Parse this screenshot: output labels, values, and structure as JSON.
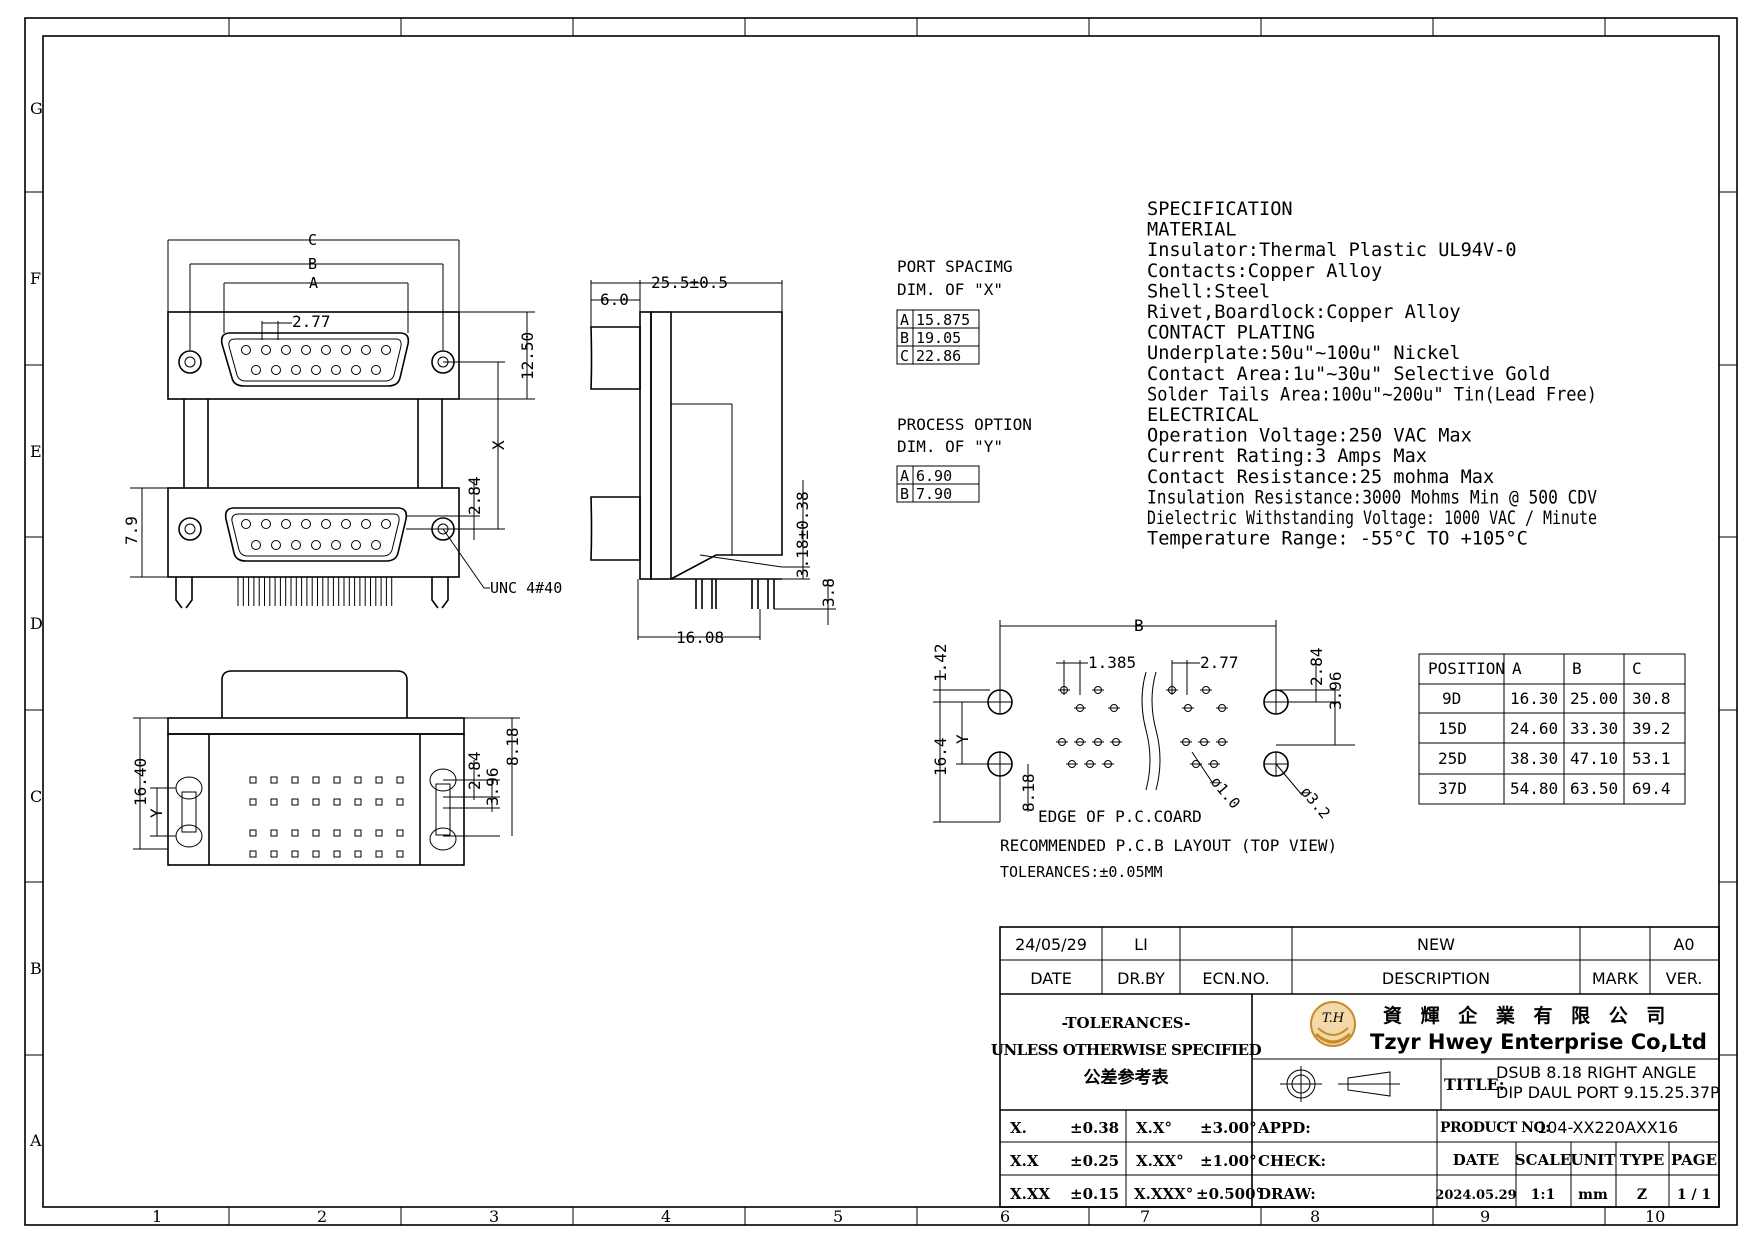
{
  "frame": {
    "rows": [
      "G",
      "F",
      "E",
      "D",
      "C",
      "B",
      "A"
    ],
    "cols": [
      "1",
      "2",
      "3",
      "4",
      "5",
      "6",
      "7",
      "8",
      "9",
      "10"
    ]
  },
  "front_view": {
    "dims": {
      "c": "C",
      "b": "B",
      "a": "A",
      "pitch": "2.77",
      "h1": "12.50",
      "x": "X",
      "h2": "2.84",
      "w": "7.9",
      "unc": "UNC 4#40"
    }
  },
  "side_view": {
    "dims": {
      "d1": "6.0",
      "d2": "25.5±0.5",
      "d3": "3.18±0.38",
      "d4": "3.8",
      "d5": "16.08"
    }
  },
  "bottom_view": {
    "dims": {
      "h": "16.40",
      "y": "Y",
      "d1": "2.84",
      "d2": "3.96",
      "d3": "8.18"
    }
  },
  "port_spacing": {
    "title1": "PORT SPACIMG",
    "title2": "DIM. OF \"X\"",
    "rows": [
      {
        "key": "A",
        "value": "15.875"
      },
      {
        "key": "B",
        "value": "19.05"
      },
      {
        "key": "C",
        "value": "22.86"
      }
    ]
  },
  "process_option": {
    "title1": "PROCESS OPTION",
    "title2": "DIM. OF \"Y\"",
    "rows": [
      {
        "key": "A",
        "value": "6.90"
      },
      {
        "key": "B",
        "value": "7.90"
      }
    ]
  },
  "specification": [
    "SPECIFICATION",
    "MATERIAL",
    "Insulator:Thermal Plastic UL94V-0",
    "Contacts:Copper Alloy",
    "Shell:Steel",
    "Rivet,Boardlock:Copper Alloy",
    "CONTACT PLATING",
    "Underplate:50u\"~100u\" Nickel",
    "Contact Area:1u\"~30u\" Selective Gold",
    "Solder Tails Area:100u\"~200u\" Tin(Lead Free)",
    "ELECTRICAL",
    "Operation Voltage:250 VAC Max",
    "Current Rating:3 Amps Max",
    "Contact Resistance:25 mohma Max",
    "Insulation Resistance:3000 Mohms Min @ 500 CDV",
    "Dielectric Withstanding Voltage: 1000 VAC / Minute",
    "Temperature Range: -55°C TO +105°C"
  ],
  "pcb_layout": {
    "dims": {
      "b": "B",
      "p1": "1.385",
      "p2": "2.77",
      "h1": "1.42",
      "h2": "2.84",
      "h3": "3.96",
      "h4": "16.4",
      "y": "Y",
      "h5": "8.18",
      "d1": "ø1.0",
      "d2": "ø3.2"
    },
    "edge": "EDGE OF P.C.COARD",
    "caption": "RECOMMENDED P.C.B LAYOUT (TOP VIEW)",
    "tolerance": "TOLERANCES:±0.05MM"
  },
  "position_table": {
    "headers": [
      "POSITION",
      "A",
      "B",
      "C"
    ],
    "rows": [
      [
        "9D",
        "16.30",
        "25.00",
        "30.8"
      ],
      [
        "15D",
        "24.60",
        "33.30",
        "39.2"
      ],
      [
        "25D",
        "38.30",
        "47.10",
        "53.1"
      ],
      [
        "37D",
        "54.80",
        "63.50",
        "69.4"
      ]
    ]
  },
  "title_block": {
    "rev": {
      "date": "24/05/29",
      "drby": "LI",
      "ecn": "",
      "desc": "NEW",
      "mark": "",
      "ver": "A0"
    },
    "rev_headers": {
      "date": "DATE",
      "drby": "DR.BY",
      "ecn": "ECN.NO.",
      "desc": "DESCRIPTION",
      "mark": "MARK",
      "ver": "VER."
    },
    "tolerances_title": "-TOLERANCES-",
    "tolerances_sub": "UNLESS OTHERWISE SPECIFIED",
    "tolerances_cn": "公差参考表",
    "company_cn": "資 輝 企 業 有 限 公 司",
    "company_en": "Tzyr Hwey Enterprise Co,Ltd",
    "logo_text": "T.H",
    "title_label": "TITLE:",
    "title_line1": "DSUB 8.18 RIGHT ANGLE",
    "title_line2": "DIP DAUL PORT 9.15.25.37P",
    "product_label": "PRODUCT NO:",
    "product_no": "104-XX220AXX16",
    "tol_rows": [
      [
        "X.",
        "±0.38",
        "X.X°",
        "±3.00°"
      ],
      [
        "X.X",
        "±0.25",
        "X.XX°",
        "±1.00°"
      ],
      [
        "X.XX",
        "±0.15",
        "X.XXX°",
        "±0.500°"
      ]
    ],
    "appd": "APPD:",
    "check": "CHECK:",
    "draw": "DRAW:",
    "info_headers": [
      "DATE",
      "SCALE",
      "UNIT",
      "TYPE",
      "PAGE"
    ],
    "info_values": [
      "2024.05.29",
      "1:1",
      "mm",
      "Z",
      "1 / 1"
    ]
  }
}
